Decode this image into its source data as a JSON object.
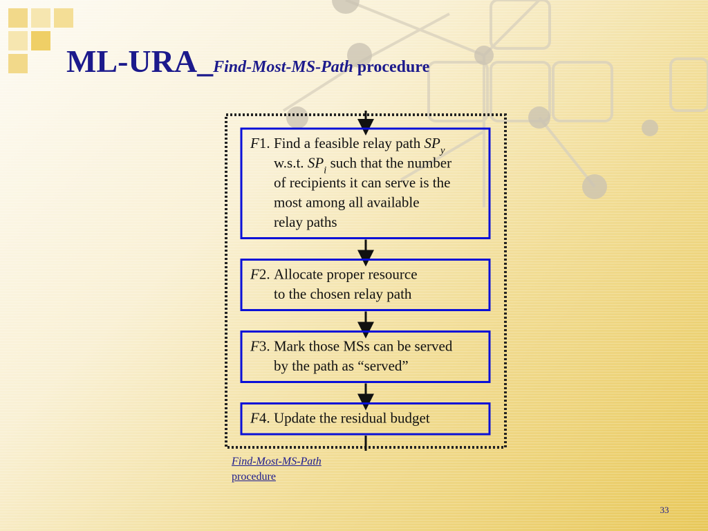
{
  "slide": {
    "title": {
      "main": "ML-URA",
      "separator": "_",
      "italic": "Find-Most-MS-Path",
      "tail": " procedure"
    },
    "caption": {
      "line1": "Find-Most-MS-Path",
      "line2": "procedure"
    },
    "page_number": "33",
    "colors": {
      "title": "#1c1a8c",
      "box_border": "#0a10d8",
      "text": "#111111",
      "arrow": "#111111",
      "dotted_border": "#222222"
    }
  },
  "flowchart": {
    "steps": [
      {
        "label_italic": "F",
        "label_num": "1.",
        "lines": [
          [
            {
              "t": "Find a feasible relay path "
            },
            {
              "t": "SP",
              "i": true
            },
            {
              "t": "y",
              "i": true,
              "sub": true
            }
          ],
          [
            {
              "t": "w.s.t. "
            },
            {
              "t": "SP",
              "i": true
            },
            {
              "t": "i",
              "i": true,
              "sub": true
            },
            {
              "t": " such that the number"
            }
          ],
          [
            {
              "t": "of recipients it can serve is the"
            }
          ],
          [
            {
              "t": "most among all available"
            }
          ],
          [
            {
              "t": "relay paths"
            }
          ]
        ]
      },
      {
        "label_italic": "F",
        "label_num": "2.",
        "lines": [
          [
            {
              "t": "Allocate proper resource"
            }
          ],
          [
            {
              "t": "to the chosen relay path"
            }
          ]
        ]
      },
      {
        "label_italic": "F",
        "label_num": "3.",
        "lines": [
          [
            {
              "t": "Mark those MSs can be served"
            }
          ],
          [
            {
              "t": "by the path as “served”"
            }
          ]
        ]
      },
      {
        "label_italic": "F",
        "label_num": "4.",
        "lines": [
          [
            {
              "t": "Update the residual budget"
            }
          ]
        ]
      }
    ]
  }
}
